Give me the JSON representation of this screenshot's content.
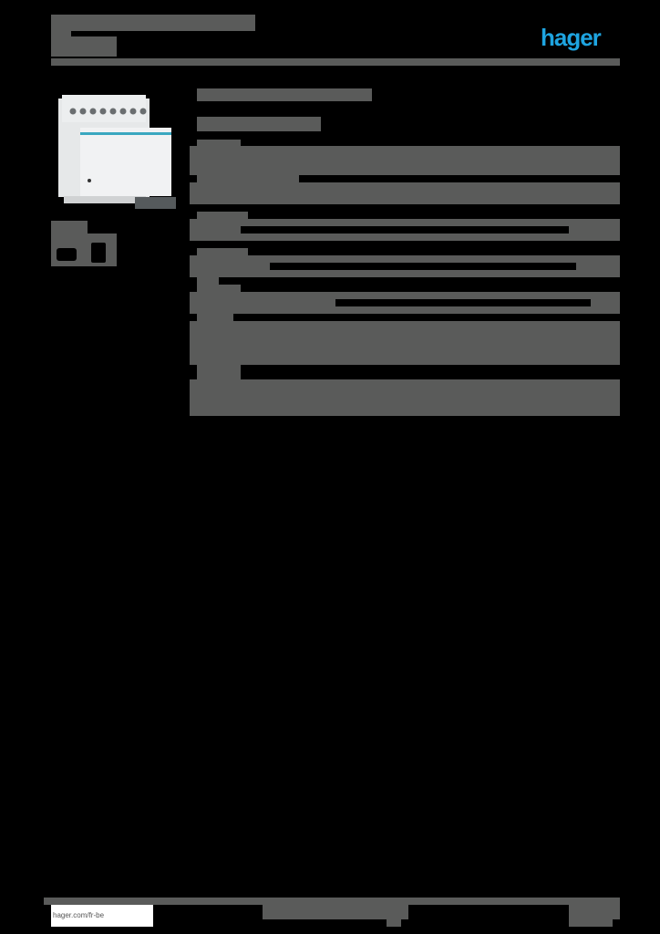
{
  "header": {
    "title": "",
    "subtitle": "",
    "brand_logo": "hager",
    "brand_color": "#1ea4e0"
  },
  "product_image": {
    "description": "DIN-rail modular device, light grey housing with 8 screw terminals and a blue stripe, plus a small detachable module",
    "accent_color": "#3aa7c0"
  },
  "redaction_color": "#5a5b5a",
  "footer": {
    "url": "hager.com/fr-be"
  }
}
